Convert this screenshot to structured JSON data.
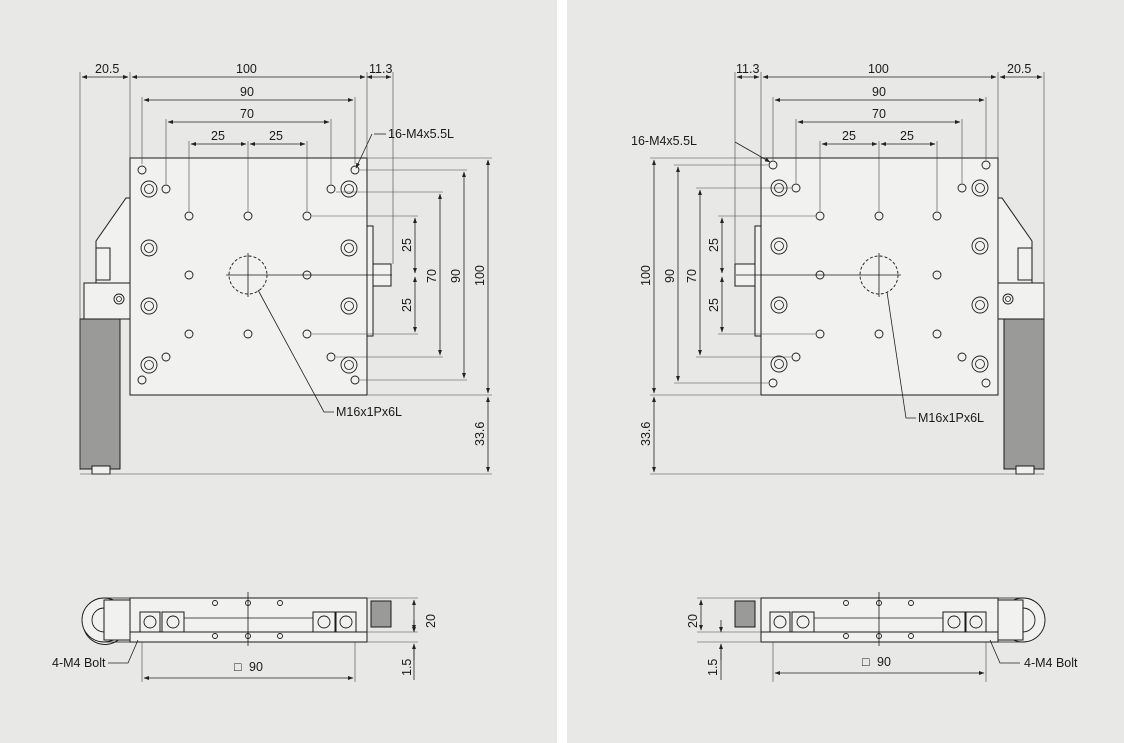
{
  "left_view": {
    "dims": {
      "offset_left": "20.5",
      "width_outer": "100",
      "offset_right": "11.3",
      "pitch_90": "90",
      "pitch_70": "70",
      "pitch_25a": "25",
      "pitch_25b": "25",
      "v25a": "25",
      "v70": "70",
      "v90": "90",
      "v100": "100",
      "v33_6": "33.6"
    },
    "callouts": {
      "tapped_holes": "16-M4x5.5L",
      "center_thread": "M16x1Px6L"
    },
    "side": {
      "height": "20",
      "gap": "1.5",
      "bolt": "4-M4 Bolt",
      "square": "90",
      "square_symbol": "□"
    }
  },
  "right_view": {
    "dims": {
      "offset_left": "11.3",
      "width_outer": "100",
      "offset_right": "20.5",
      "pitch_90": "90",
      "pitch_70": "70",
      "pitch_25a": "25",
      "pitch_25b": "25",
      "v100": "100",
      "v90": "90",
      "v70": "70",
      "v25a": "25",
      "v25b": "25",
      "v33_6": "33.6"
    },
    "callouts": {
      "tapped_holes": "16-M4x5.5L",
      "center_thread": "M16x1Px6L"
    },
    "side": {
      "height": "20",
      "gap": "1.5",
      "bolt": "4-M4 Bolt",
      "square": "90",
      "square_symbol": "□"
    }
  }
}
